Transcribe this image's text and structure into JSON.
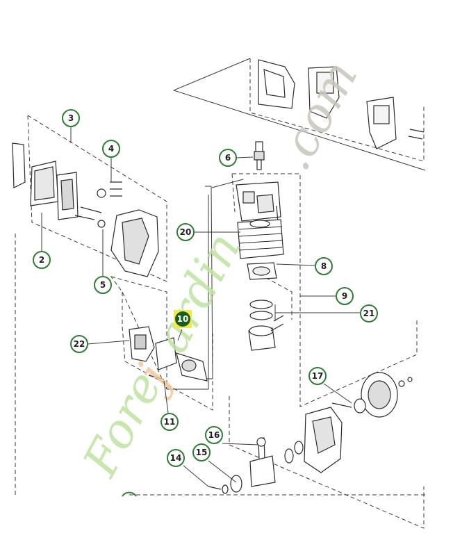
{
  "watermark": {
    "part1": "Fore",
    "part2": "j",
    "part3": "ardin",
    "part4": ".com"
  },
  "colors": {
    "callout_ring": "#2e7d32",
    "callout_fill": "#ffffff",
    "highlight_box": "#f2e94a",
    "highlight_circle": "#1b5e20",
    "line": "#3a3a3a",
    "watermark_green": "#bfe3a0",
    "watermark_orange": "#f3c79a",
    "watermark_gray": "#c8c4bd"
  },
  "callouts": [
    {
      "id": "3",
      "label": "3"
    },
    {
      "id": "4",
      "label": "4"
    },
    {
      "id": "6",
      "label": "6"
    },
    {
      "id": "2",
      "label": "2"
    },
    {
      "id": "20",
      "label": "20"
    },
    {
      "id": "5",
      "label": "5"
    },
    {
      "id": "8",
      "label": "8"
    },
    {
      "id": "9",
      "label": "9"
    },
    {
      "id": "21",
      "label": "21"
    },
    {
      "id": "10",
      "label": "10",
      "highlighted": true
    },
    {
      "id": "22",
      "label": "22"
    },
    {
      "id": "17",
      "label": "17"
    },
    {
      "id": "11",
      "label": "11"
    },
    {
      "id": "16",
      "label": "16"
    },
    {
      "id": "15",
      "label": "15"
    },
    {
      "id": "14",
      "label": "14"
    }
  ]
}
